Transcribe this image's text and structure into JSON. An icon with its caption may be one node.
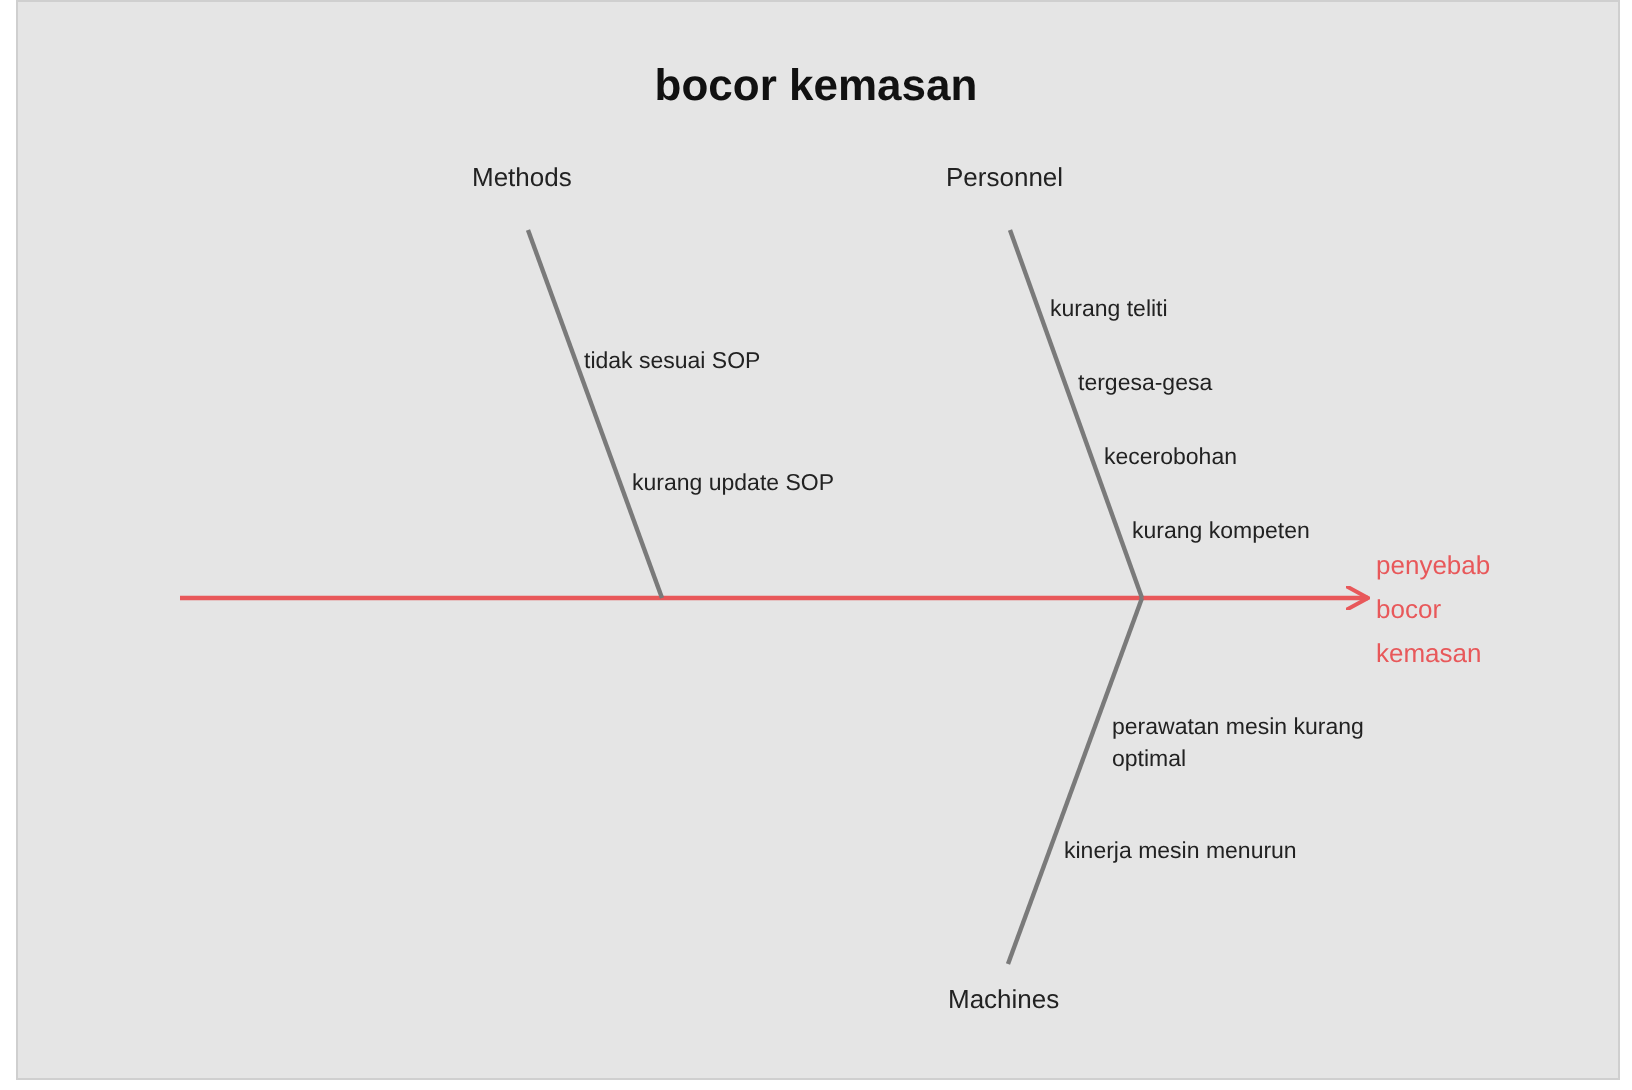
{
  "diagram": {
    "title": "bocor kemasan",
    "nodes": [
      {
        "text": [
          "Methods"
        ]
      },
      {
        "text": [
          "Personnel"
        ]
      },
      {
        "text": [
          "Machines"
        ]
      },
      {
        "text": [
          "penyebab bocor kemasan"
        ]
      }
    ],
    "edges": [
      {
        "from": null,
        "to": 3,
        "arrow": "to",
        "color": "#e8585a"
      },
      {
        "from": 0,
        "to": null,
        "arrow": "none"
      },
      {
        "from": 1,
        "to": null,
        "arrow": "none"
      },
      {
        "from": 2,
        "to": null,
        "arrow": "none"
      }
    ],
    "labels": [
      "tidak sesuai SOP",
      "kurang update SOP",
      "kurang teliti",
      "tergesa-gesa",
      "kecerobohan",
      "kurang kompeten",
      "perawatan mesin kurang optimal",
      "kinerja mesin menurun"
    ]
  }
}
